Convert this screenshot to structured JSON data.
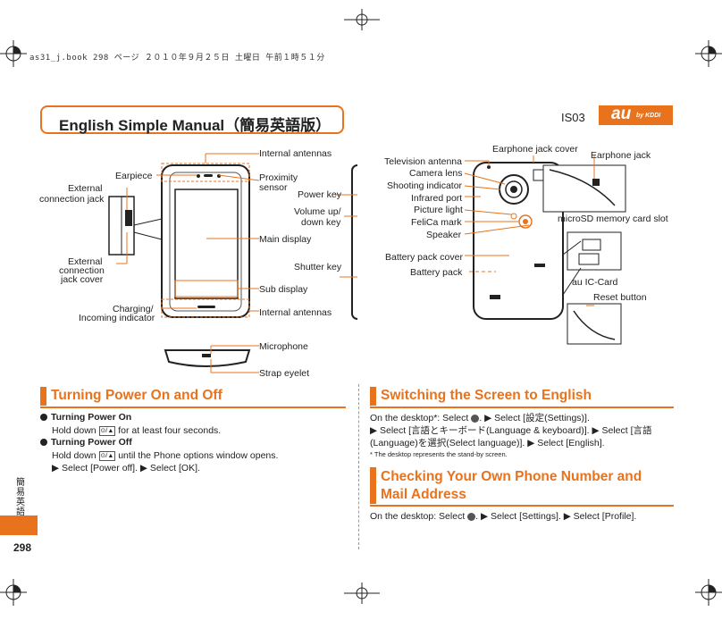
{
  "header": {
    "file_line": "as31_j.book  298 ページ  ２０１０年９月２５日  土曜日  午前１時５１分"
  },
  "title": "English Simple Manual（簡易英語版）",
  "model": "IS03",
  "brand": {
    "logo_text": "au",
    "sub": "by KDDI",
    "color": "#e8731c"
  },
  "front_labels": {
    "internal_antennas_top": "Internal antennas",
    "earpiece": "Earpiece",
    "proximity_sensor_1": "Proximity",
    "proximity_sensor_2": "sensor",
    "external_connection_jack_1": "External",
    "external_connection_jack_2": "connection jack",
    "power_key": "Power key",
    "volume_1": "Volume up/",
    "volume_2": "down key",
    "main_display": "Main display",
    "jack_cover_1": "External",
    "jack_cover_2": "connection",
    "jack_cover_3": "jack cover",
    "shutter_key": "Shutter key",
    "sub_display": "Sub display",
    "charging_1": "Charging/",
    "charging_2": "Incoming indicator",
    "internal_antennas_bottom": "Internal antennas",
    "microphone": "Microphone",
    "strap_eyelet": "Strap eyelet"
  },
  "back_labels": {
    "earphone_jack_cover": "Earphone jack cover",
    "earphone_jack": "Earphone jack",
    "television_antenna": "Television antenna",
    "camera_lens": "Camera lens",
    "shooting_indicator": "Shooting indicator",
    "infrared_port": "Infrared port",
    "picture_light": "Picture light",
    "felica_mark": "FeliCa mark",
    "speaker": "Speaker",
    "microsd_slot": "microSD memory card slot",
    "battery_pack_cover": "Battery pack cover",
    "battery_pack": "Battery pack",
    "au_ic_card": "au IC-Card",
    "reset_button": "Reset button"
  },
  "sections": {
    "power": {
      "heading": "Turning Power On and Off",
      "on_title": "Turning Power On",
      "on_text_a": "Hold down",
      "on_text_b": "for at least four seconds.",
      "off_title": "Turning Power Off",
      "off_text_a": "Hold down",
      "off_text_b": "until the Phone options window opens.",
      "off_steps": "▶ Select [Power off]. ▶ Select [OK].",
      "key_icon": "⊙/▲"
    },
    "english": {
      "heading": "Switching the Screen to English",
      "line1_a": "On the desktop*: Select",
      "line1_b": ". ▶ Select [設定(Settings)].",
      "line2": "▶ Select [言語とキーボード(Language & keyboard)]. ▶ Select [言語",
      "line3": "(Language)を選択(Select language)]. ▶ Select [English].",
      "note": "*  The desktop represents the stand-by screen."
    },
    "number": {
      "heading_1": "Checking Your Own Phone Number and",
      "heading_2": "Mail Address",
      "line_a": "On the desktop: Select",
      "line_b": ". ▶ Select [Settings]. ▶ Select [Profile]."
    }
  },
  "side": {
    "vertical_text": "簡易英語",
    "page_number": "298"
  }
}
